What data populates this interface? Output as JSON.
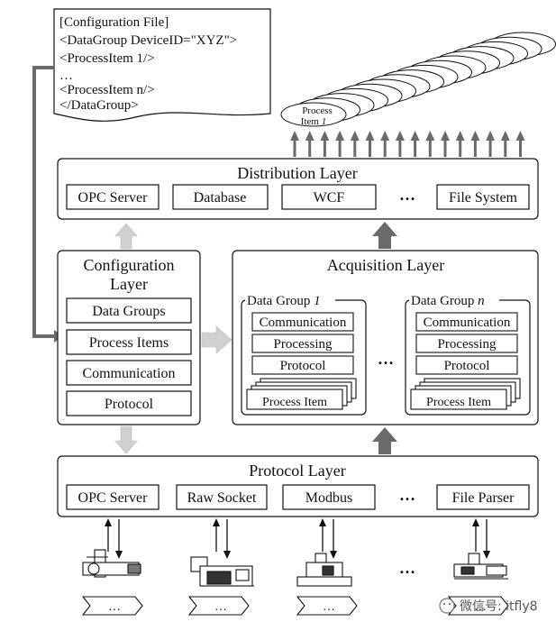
{
  "config_file": {
    "lines": [
      "[Configuration File]",
      "<DataGroup DeviceID=\"XYZ\">",
      "<ProcessItem 1/>",
      "…",
      "<ProcessItem n/>",
      "</DataGroup>"
    ]
  },
  "process_item_label": [
    "Process",
    "Item 1"
  ],
  "distribution": {
    "title": "Distribution Layer",
    "items": [
      "OPC Server",
      "Database",
      "WCF",
      "…",
      "File System"
    ]
  },
  "configuration": {
    "title": [
      "Configuration",
      "Layer"
    ],
    "items": [
      "Data Groups",
      "Process Items",
      "Communication",
      "Protocol"
    ]
  },
  "acquisition": {
    "title": "Acquisition Layer",
    "group1": {
      "title_prefix": "Data Group ",
      "title_var": "1"
    },
    "groupn": {
      "title_prefix": "Data Group ",
      "title_var": "n"
    },
    "group_items": [
      "Communication",
      "Processing",
      "Protocol"
    ],
    "process_item": "Process Item",
    "ellipsis": "…"
  },
  "protocol": {
    "title": "Protocol Layer",
    "items": [
      "OPC Server",
      "Raw Socket",
      "Modbus",
      "…",
      "File Parser"
    ]
  },
  "devices_ellipsis": "…",
  "bottom_labels": [
    "…",
    "…",
    "…",
    "…"
  ],
  "watermark": "微信号: itfly8",
  "colors": {
    "dark_arrow": "#6a6a6a",
    "light_arrow": "#d0d0d0",
    "stroke": "#111111"
  }
}
